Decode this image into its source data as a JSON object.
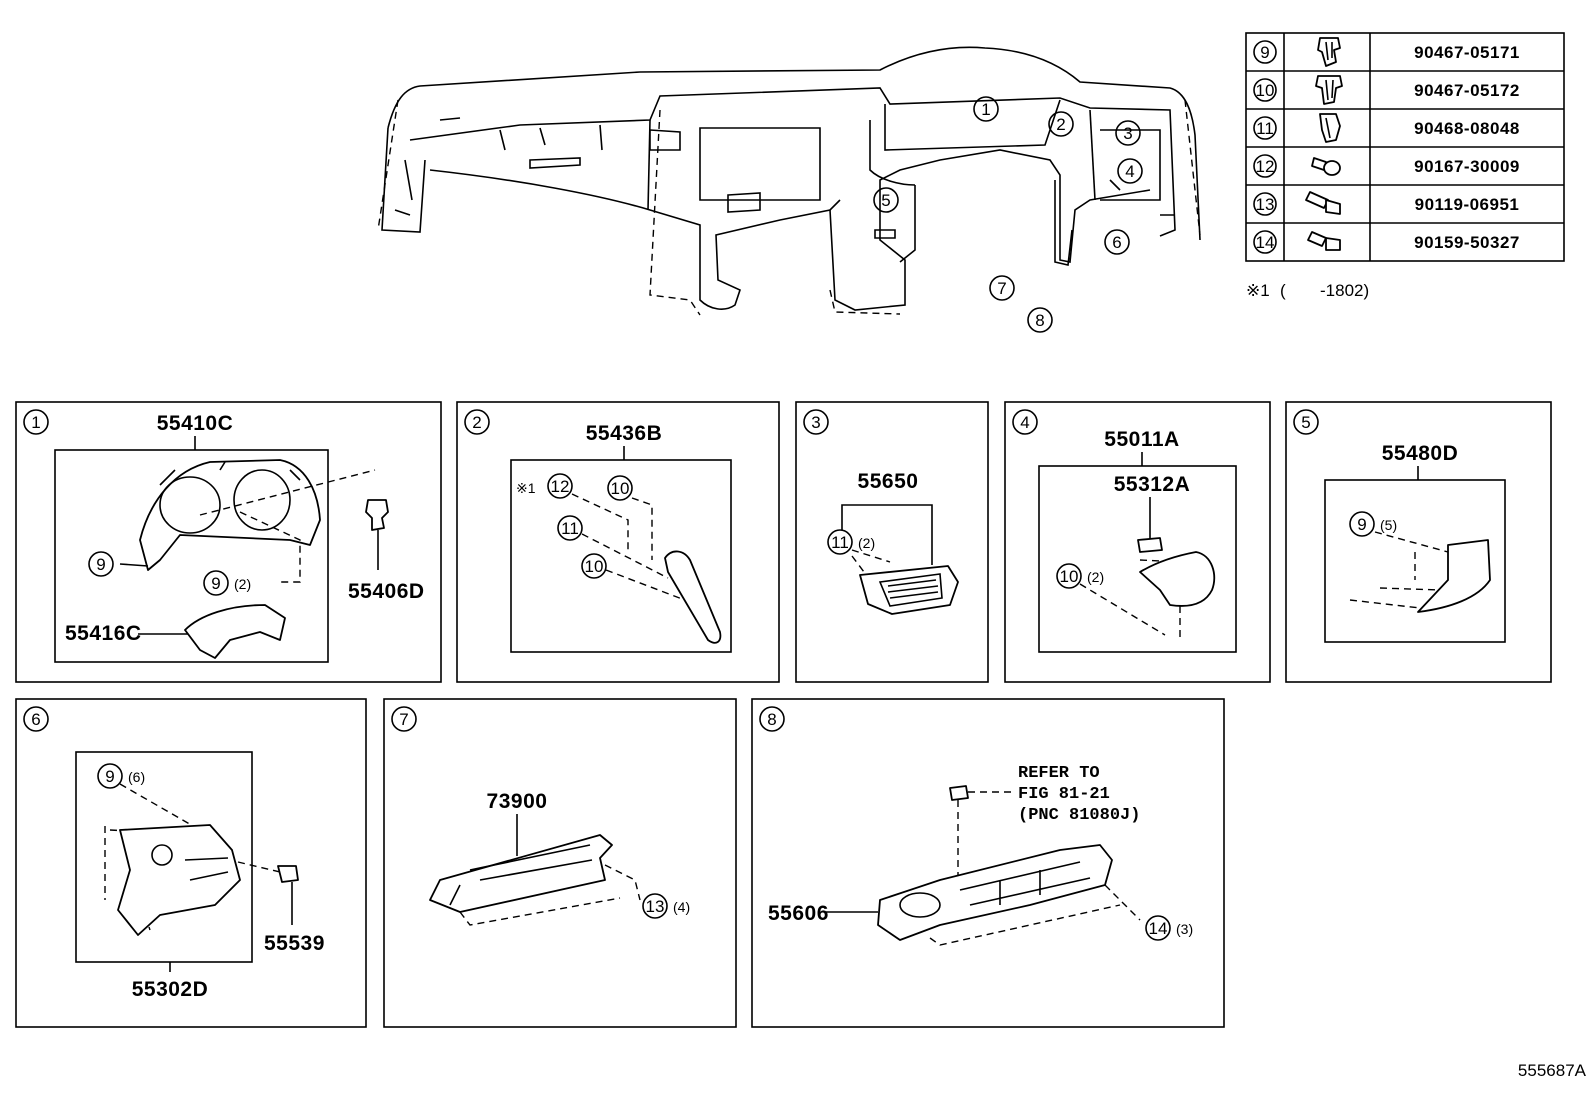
{
  "fastener_table": [
    {
      "ref": "9",
      "part_no": "90467-05171",
      "icon": "clip-icon"
    },
    {
      "ref": "10",
      "part_no": "90467-05172",
      "icon": "clip-icon"
    },
    {
      "ref": "11",
      "part_no": "90468-08048",
      "icon": "clip-icon"
    },
    {
      "ref": "12",
      "part_no": "90167-30009",
      "icon": "screw-icon"
    },
    {
      "ref": "13",
      "part_no": "90119-06951",
      "icon": "bolt-icon"
    },
    {
      "ref": "14",
      "part_no": "90159-50327",
      "icon": "bolt-icon"
    }
  ],
  "note": {
    "mark": "※1",
    "open": "(",
    "range": "-1802)"
  },
  "overview_callouts": [
    "1",
    "2",
    "3",
    "4",
    "5",
    "6",
    "7",
    "8"
  ],
  "panels": {
    "p1": {
      "num": "1",
      "part": "55410C",
      "clip_left": "9",
      "clip_qty_ref": "9",
      "clip_qty": "(2)",
      "sub_a": "55416C",
      "sub_b": "55406D"
    },
    "p2": {
      "num": "2",
      "part": "55436B",
      "note_mark": "※1",
      "c12": "12",
      "c10a": "10",
      "c11": "11",
      "c10b": "10"
    },
    "p3": {
      "num": "3",
      "part": "55650",
      "c11": "11",
      "qty": "(2)"
    },
    "p4": {
      "num": "4",
      "part": "55011A",
      "sub": "55312A",
      "c10": "10",
      "qty": "(2)"
    },
    "p5": {
      "num": "5",
      "part": "55480D",
      "c9": "9",
      "qty": "(5)"
    },
    "p6": {
      "num": "6",
      "c9": "9",
      "qty": "(6)",
      "sub": "55539",
      "part": "55302D"
    },
    "p7": {
      "num": "7",
      "part": "73900",
      "c13": "13",
      "qty": "(4)"
    },
    "p8": {
      "num": "8",
      "refer_1": "REFER TO",
      "refer_2": "FIG 81-21",
      "refer_3": "(PNC 81080J)",
      "part": "55606",
      "c14": "14",
      "qty": "(3)"
    }
  },
  "figure_id": "555687A"
}
